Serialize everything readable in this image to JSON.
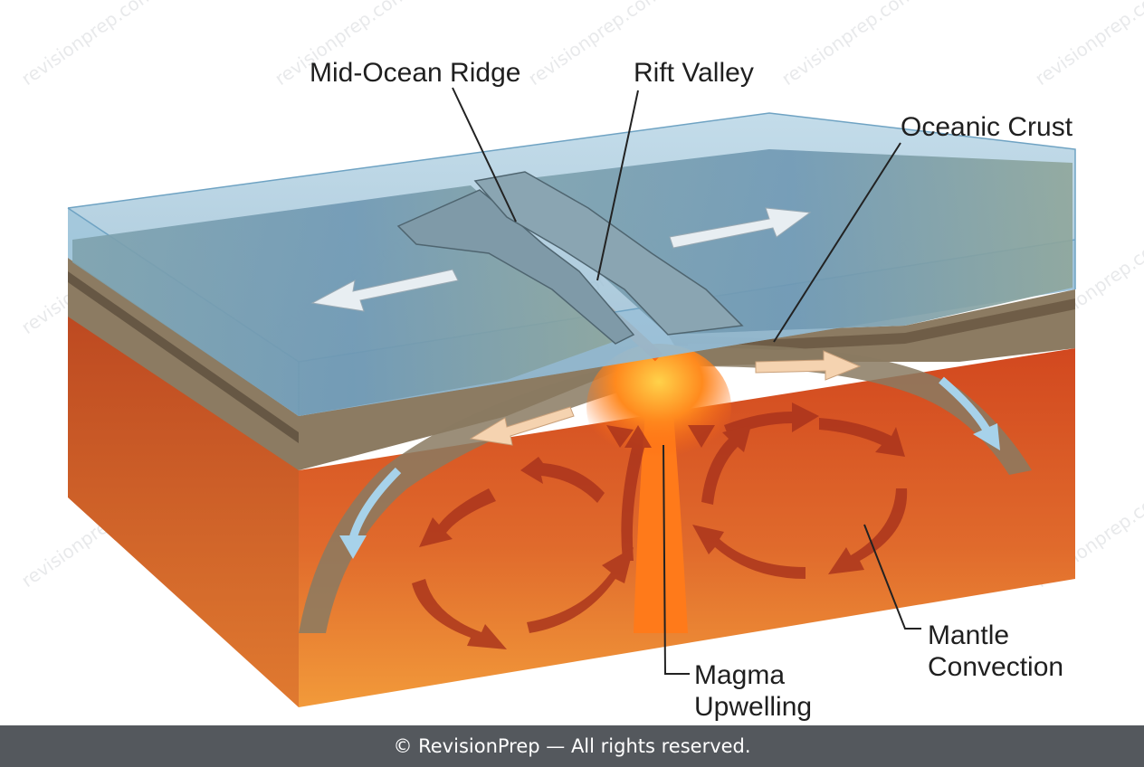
{
  "labels": {
    "mid_ocean_ridge": "Mid-Ocean Ridge",
    "rift_valley": "Rift Valley",
    "oceanic_crust": "Oceanic Crust",
    "mantle_convection_line1": "Mantle",
    "mantle_convection_line2": "Convection",
    "magma_upwelling_line1": "Magma",
    "magma_upwelling_line2": "Upwelling"
  },
  "watermark": "revisionprep.com",
  "footer": {
    "text": "© RevisionPrep — All rights reserved."
  },
  "colors": {
    "water": "#8fbad6",
    "ocean_floor": "#7fa6b5",
    "crust": "#8a7a62",
    "mantle": "#d9572a",
    "magma": "#ff7a1a",
    "convection_arrow": "#a8321c",
    "footer_bg": "#54585d"
  },
  "icons": [
    "spreading-arrow-icon",
    "convection-arrow-icon",
    "subduction-arrow-icon"
  ]
}
